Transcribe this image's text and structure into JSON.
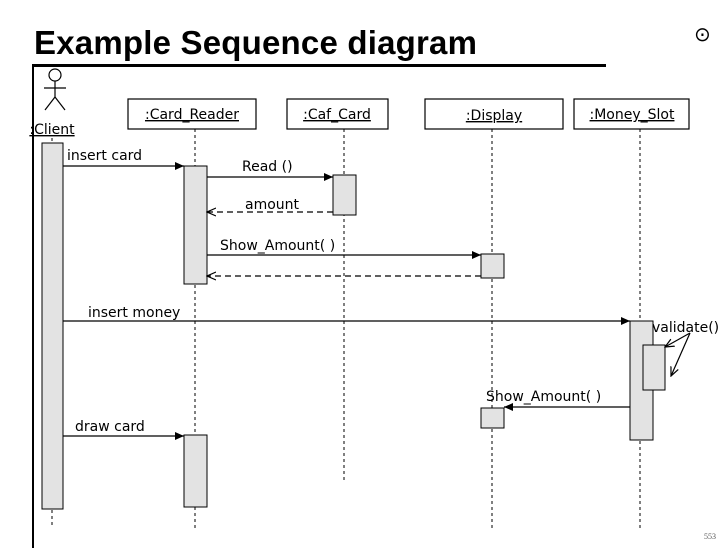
{
  "slide": {
    "title": "Example Sequence diagram",
    "page_number": "553",
    "corner_icon": "circled-dot-icon"
  },
  "diagram": {
    "actor": {
      "label": ":Client"
    },
    "objects": [
      {
        "label": ":Card_Reader"
      },
      {
        "label": ":Caf_Card"
      },
      {
        "label": ":Display"
      },
      {
        "label": ":Money_Slot"
      }
    ],
    "messages": [
      {
        "label": "insert card",
        "from": ":Client",
        "to": ":Card_Reader",
        "kind": "call"
      },
      {
        "label": "Read ()",
        "from": ":Card_Reader",
        "to": ":Caf_Card",
        "kind": "call"
      },
      {
        "label": "amount",
        "from": ":Caf_Card",
        "to": ":Card_Reader",
        "kind": "return"
      },
      {
        "label": "Show_Amount( )",
        "from": ":Card_Reader",
        "to": ":Display",
        "kind": "call"
      },
      {
        "label": "",
        "from": ":Display",
        "to": ":Card_Reader",
        "kind": "return"
      },
      {
        "label": "insert money",
        "from": ":Client",
        "to": ":Money_Slot",
        "kind": "call"
      },
      {
        "label": "validate()",
        "from": ":Money_Slot",
        "to": ":Money_Slot",
        "kind": "self-call"
      },
      {
        "label": "Show_Amount( )",
        "from": ":Money_Slot",
        "to": ":Display",
        "kind": "call"
      },
      {
        "label": "draw card",
        "from": ":Client",
        "to": ":Card_Reader",
        "kind": "call"
      }
    ]
  }
}
